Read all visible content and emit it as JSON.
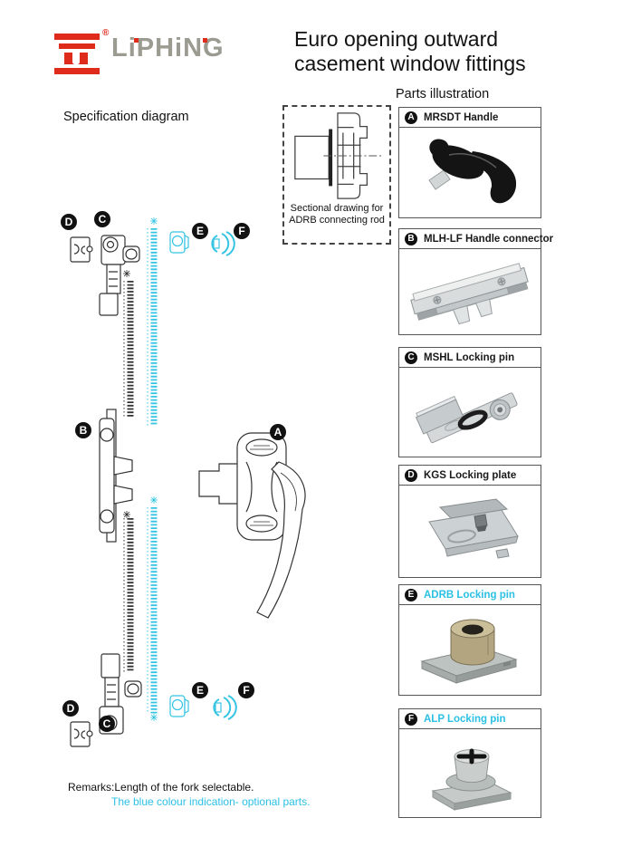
{
  "brand": {
    "logo_text": "LiPHiNG",
    "registered": "®"
  },
  "title": {
    "line1": "Euro opening outward",
    "line2": "casement window fittings"
  },
  "left": {
    "heading": "Specification diagram"
  },
  "sectional": {
    "caption_line1": "Sectional drawing for",
    "caption_line2": "ADRB connecting rod"
  },
  "parts": {
    "heading": "Parts illustration",
    "items": [
      {
        "letter": "A",
        "name": "MRSDT Handle",
        "accent": false
      },
      {
        "letter": "B",
        "name": "MLH-LF Handle connector",
        "accent": false
      },
      {
        "letter": "C",
        "name": "MSHL Locking pin",
        "accent": false
      },
      {
        "letter": "D",
        "name": "KGS Locking plate",
        "accent": false
      },
      {
        "letter": "E",
        "name": "ADRB Locking pin",
        "accent": true
      },
      {
        "letter": "F",
        "name": "ALP Locking pin",
        "accent": true
      }
    ]
  },
  "diagram": {
    "letters": {
      "a": "A",
      "b": "B",
      "c": "C",
      "d": "D",
      "e": "E",
      "f": "F"
    }
  },
  "remarks": {
    "line1": "Remarks:Length of the fork selectable.",
    "line2": "The blue colour indication- optional parts."
  },
  "colors": {
    "accent_cyan": "#2bc0e4",
    "brand_red": "#df2b1c",
    "brand_gray": "#9b9b91",
    "text_black": "#1a1a1a"
  }
}
